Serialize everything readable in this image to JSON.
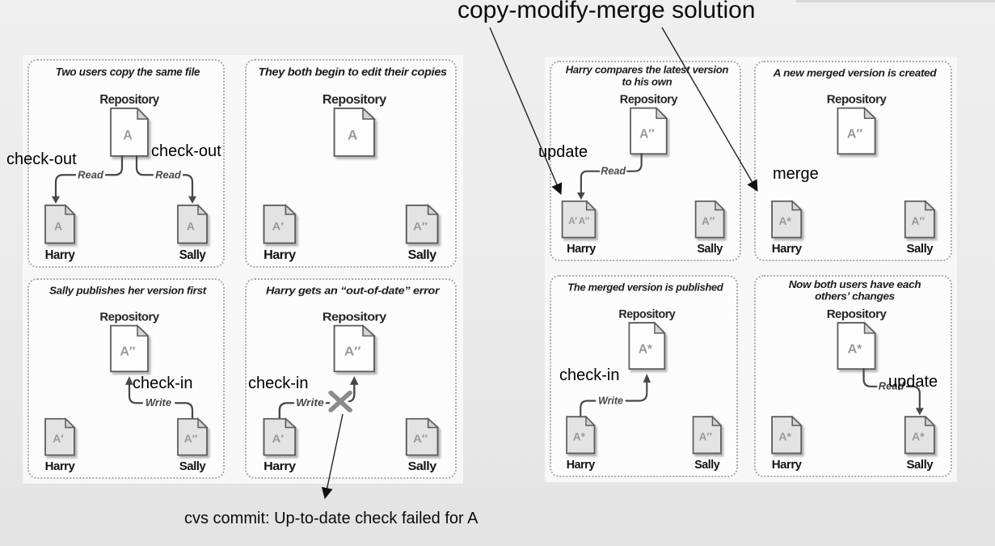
{
  "slide": {
    "title": "copy-modify-merge solution",
    "error_message": "cvs commit: Up-to-date check failed for A"
  },
  "labels": {
    "checkout_left": "check-out",
    "checkout_right": "check-out",
    "checkin_sally": "check-in",
    "checkin_failed": "check-in",
    "update_harry": "update",
    "merge": "merge",
    "checkin_merged": "check-in",
    "update_sally": "update"
  },
  "panels": [
    {
      "title": "Two users copy the same file",
      "repo_label": "Repository",
      "repo_doc": "A",
      "harry_doc": "A",
      "sally_doc": "A",
      "harry_name": "Harry",
      "sally_name": "Sally",
      "arrow_left": "Read",
      "arrow_right": "Read"
    },
    {
      "title": "They both begin to edit their copies",
      "repo_label": "Repository",
      "repo_doc": "A",
      "harry_doc": "A′",
      "sally_doc": "A″",
      "harry_name": "Harry",
      "sally_name": "Sally"
    },
    {
      "title": "Sally publishes her version first",
      "repo_label": "Repository",
      "repo_doc": "A″",
      "harry_doc": "A′",
      "sally_doc": "A″",
      "harry_name": "Harry",
      "sally_name": "Sally",
      "arrow": "Write"
    },
    {
      "title": "Harry gets an “out-of-date” error",
      "repo_label": "Repository",
      "repo_doc": "A″",
      "harry_doc": "A′",
      "sally_doc": "A″",
      "harry_name": "Harry",
      "sally_name": "Sally",
      "arrow": "Write"
    },
    {
      "title": "Harry compares the latest version",
      "title2": "to his own",
      "repo_label": "Repository",
      "repo_doc": "A″",
      "harry_doc": "A′ A″",
      "sally_doc": "A″",
      "harry_name": "Harry",
      "sally_name": "Sally",
      "arrow": "Read"
    },
    {
      "title": "A new merged version is created",
      "repo_label": "Repository",
      "repo_doc": "A″",
      "harry_doc": "A*",
      "sally_doc": "A″",
      "harry_name": "Harry",
      "sally_name": "Sally"
    },
    {
      "title": "The merged version is published",
      "repo_label": "Repository",
      "repo_doc": "A*",
      "harry_doc": "A*",
      "sally_doc": "A″",
      "harry_name": "Harry",
      "sally_name": "Sally",
      "arrow": "Write"
    },
    {
      "title": "Now both users have each",
      "title2": "others’ changes",
      "repo_label": "Repository",
      "repo_doc": "A*",
      "harry_doc": "A*",
      "sally_doc": "A*",
      "harry_name": "Harry",
      "sally_name": "Sally",
      "arrow": "Read"
    }
  ]
}
